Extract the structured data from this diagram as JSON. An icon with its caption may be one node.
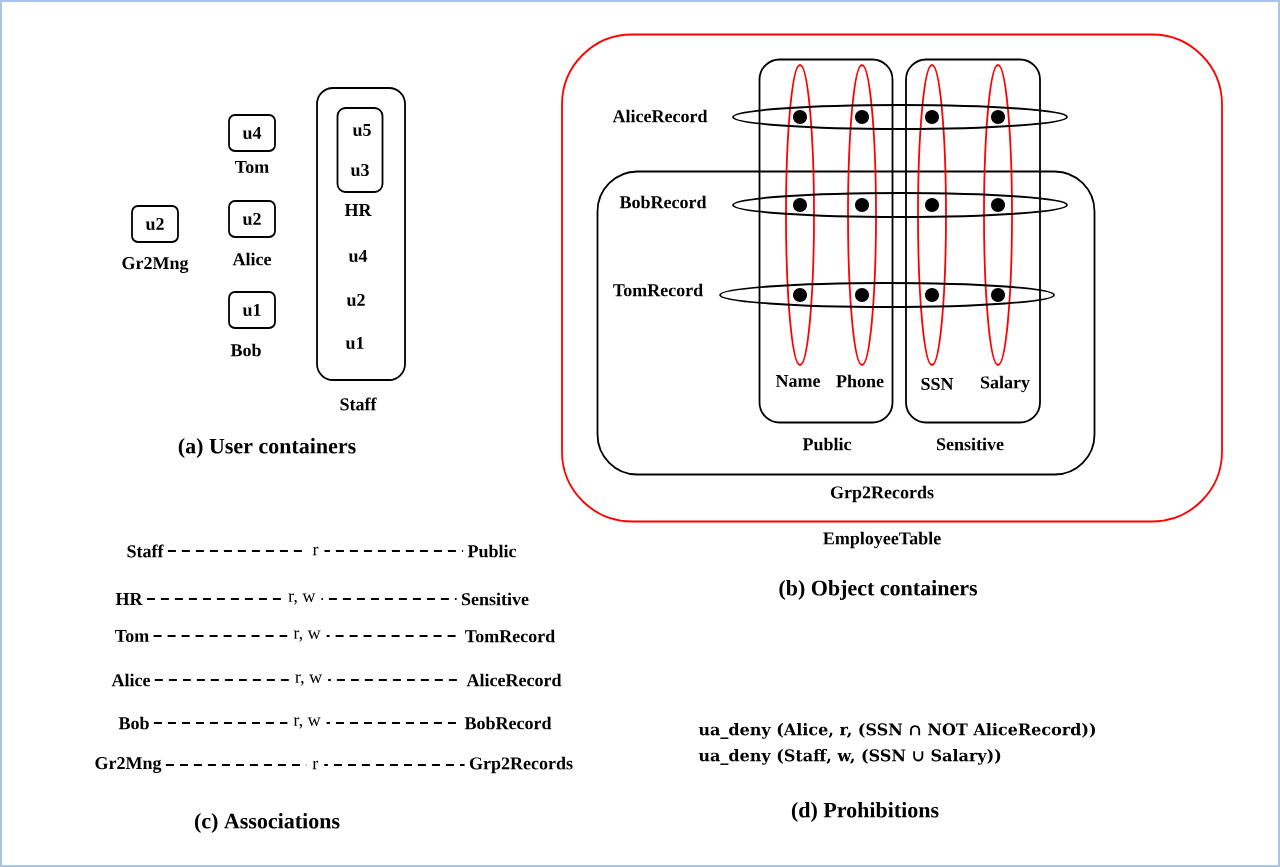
{
  "diagram": {
    "nodes": [
      {
        "text": [
          "u4",
          "Tom"
        ]
      },
      {
        "text": [
          "u2",
          "Alice"
        ]
      },
      {
        "text": [
          "u1",
          "Bob"
        ]
      },
      {
        "text": [
          "u2",
          "Gr2Mng"
        ]
      },
      {
        "text": [
          "u4",
          "u2",
          "u1",
          "Staff"
        ]
      },
      {
        "text": [
          "u5",
          "u3",
          "HR"
        ],
        "in": 4
      },
      {
        "text": [
          "EmployeeTable"
        ]
      },
      {
        "text": [
          "Grp2Records"
        ],
        "in": 6
      },
      {
        "text": [],
        "shape": "box",
        "beside": [
          "Public"
        ],
        "in": 6
      },
      {
        "text": [],
        "shape": "box",
        "beside": [
          "Sensitive"
        ],
        "in": 6
      },
      {
        "text": [
          "AliceRecord"
        ],
        "in": 6
      },
      {
        "text": [
          "BobRecord"
        ],
        "in": 7
      },
      {
        "text": [
          "TomRecord"
        ],
        "in": 7
      },
      {
        "text": [],
        "shape": "ellipse",
        "beside": [
          "Name"
        ],
        "in": 8
      },
      {
        "text": [],
        "shape": "ellipse",
        "beside": [
          "Phone"
        ],
        "in": 8
      },
      {
        "text": [],
        "shape": "ellipse",
        "beside": [
          "SSN"
        ],
        "in": 9
      },
      {
        "text": [],
        "shape": "ellipse",
        "beside": [
          "Salary"
        ],
        "in": 9
      },
      {
        "text": [
          "Staff"
        ]
      },
      {
        "text": [
          "Public"
        ]
      },
      {
        "text": [
          "HR"
        ]
      },
      {
        "text": [
          "Sensitive"
        ]
      },
      {
        "text": [
          "Tom"
        ]
      },
      {
        "text": [
          "TomRecord"
        ]
      },
      {
        "text": [
          "Alice"
        ]
      },
      {
        "text": [
          "AliceRecord"
        ]
      },
      {
        "text": [
          "Bob"
        ]
      },
      {
        "text": [
          "BobRecord"
        ]
      },
      {
        "text": [
          "Gr2Mng"
        ]
      },
      {
        "text": [
          "Grp2Records"
        ]
      }
    ],
    "edges": [
      {
        "from": 17,
        "to": 18,
        "label": "r",
        "arrow": "none",
        "style": "dashed"
      },
      {
        "from": 19,
        "to": 20,
        "label": "r, w",
        "arrow": "none",
        "style": "dashed"
      },
      {
        "from": 21,
        "to": 22,
        "label": "r, w",
        "arrow": "none",
        "style": "dashed"
      },
      {
        "from": 23,
        "to": 24,
        "label": "r, w",
        "arrow": "none",
        "style": "dashed"
      },
      {
        "from": 25,
        "to": 26,
        "label": "r, w",
        "arrow": "none",
        "style": "dashed"
      },
      {
        "from": 27,
        "to": 28,
        "label": "r",
        "arrow": "none",
        "style": "dashed"
      }
    ],
    "labels": [
      "(a) User containers",
      "(b) Object containers",
      "ua_deny (Alice, r, (SSN ∩ NOT AliceRecord))",
      "ua_deny (Staff, w, (SSN ∪ Salary))",
      "(d) Prohibitions",
      "(c) Associations"
    ]
  }
}
